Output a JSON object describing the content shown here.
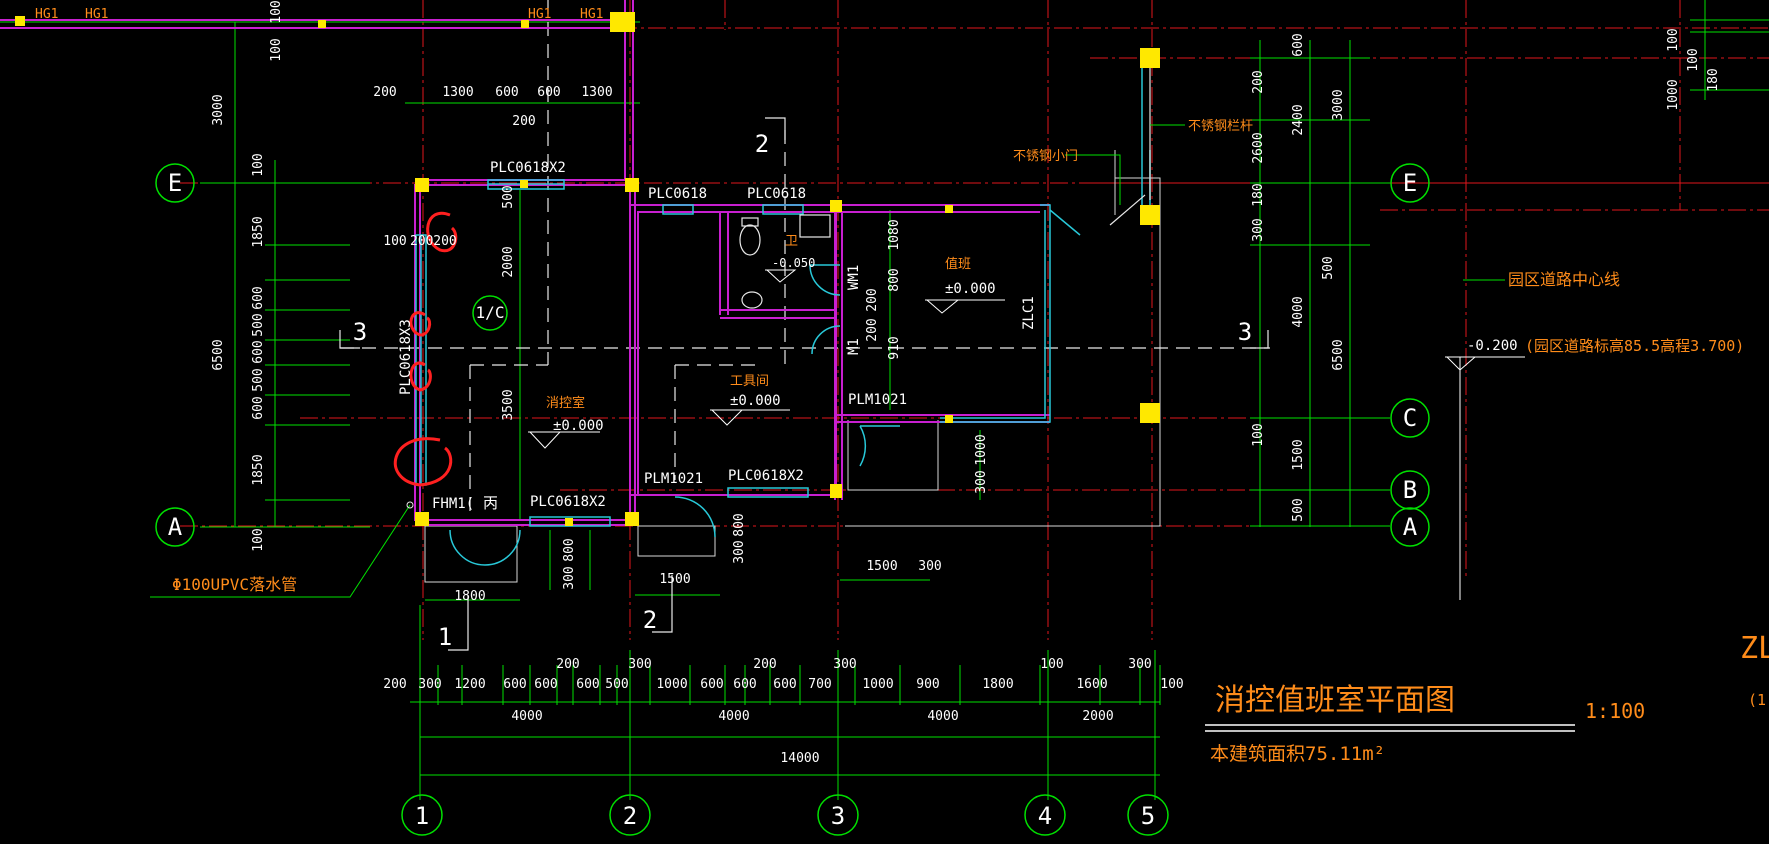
{
  "drawing": {
    "title": "消控值班室平面图",
    "scale": "1:100",
    "area_note": "本建筑面积75.11m²",
    "partial_label": "ZL",
    "partial_paren": "(1"
  },
  "axes": {
    "columns": [
      "1",
      "2",
      "3",
      "4",
      "5"
    ],
    "rows_left": [
      "E",
      "A"
    ],
    "rows_right": [
      "E",
      "C",
      "B",
      "A"
    ],
    "detail_ref": "1/C"
  },
  "section_marks": [
    "3",
    "3",
    "2",
    "2",
    "1"
  ],
  "rooms": [
    {
      "name": "消控室",
      "level": "±0.000"
    },
    {
      "name": "工具间",
      "level": "±0.000"
    },
    {
      "name": "值班",
      "level": "±0.000"
    },
    {
      "name": "卫",
      "level": "-0.050"
    },
    {
      "name": "丙",
      "level": ""
    }
  ],
  "openings": {
    "top_left": "PLC0618X2",
    "top_mid1": "PLC0618",
    "top_mid2": "PLC0618",
    "left_side": "PLC0618X3",
    "bottom_left": "PLC0618X2",
    "bottom_mid": "PLC0618X2",
    "door_fire": "FHM1(",
    "door_bottom": "PLM1021",
    "door_right": "PLM1021",
    "door_wm": "WM1",
    "door_m": "M1",
    "window_big": "ZLC1",
    "hg": [
      "HG1",
      "HG1",
      "HG1",
      "HG1"
    ]
  },
  "annotations": {
    "pipe": "Φ100UPVC落水管",
    "railing": "不锈钢栏杆",
    "gate": "不锈钢小门",
    "road_center": "园区道路中心线",
    "road_level": "(园区道路标高85.5高程3.700)",
    "ext_level": "-0.200"
  },
  "dimensions": {
    "top_row": [
      "200",
      "1300",
      "600",
      "600",
      "1300",
      "200"
    ],
    "bottom_detail": [
      "200",
      "300",
      "1200",
      "600",
      "600",
      "200",
      "600",
      "500",
      "300",
      "1000",
      "600",
      "600",
      "200",
      "600",
      "700",
      "300",
      "1000",
      "900",
      "1800",
      "100",
      "1600",
      "300",
      "100"
    ],
    "bottom_mid": [
      "4000",
      "4000",
      "4000",
      "2000"
    ],
    "bottom_total": "14000",
    "left_outer": [
      "3000",
      "6500"
    ],
    "left_inner": [
      "100",
      "1850",
      "600",
      "500",
      "600",
      "500",
      "600",
      "1850",
      "100"
    ],
    "right_outer": [
      "3000",
      "6500"
    ],
    "right_inner": [
      "600",
      "2400",
      "4000",
      "1500",
      "500"
    ],
    "right_detail": [
      "200",
      "2600",
      "180",
      "300",
      "100",
      "500"
    ],
    "misc_vertical": [
      "500",
      "2000",
      "3500",
      "1080",
      "800",
      "200",
      "200",
      "910",
      "1000",
      "300",
      "800",
      "300",
      "800",
      "300",
      "100",
      "100",
      "100",
      "1000",
      "100",
      "180"
    ],
    "misc_horizontal": [
      "200",
      "1800",
      "1500",
      "1500",
      "300",
      "100",
      "200"
    ]
  },
  "colors": {
    "axis_red": "#e0161c",
    "grid_green": "#00e000",
    "wall_magenta": "#c81fd0",
    "window_cyan": "#28c8d8",
    "column_yellow": "#ffe800",
    "text_orange": "#ff8c1a"
  }
}
